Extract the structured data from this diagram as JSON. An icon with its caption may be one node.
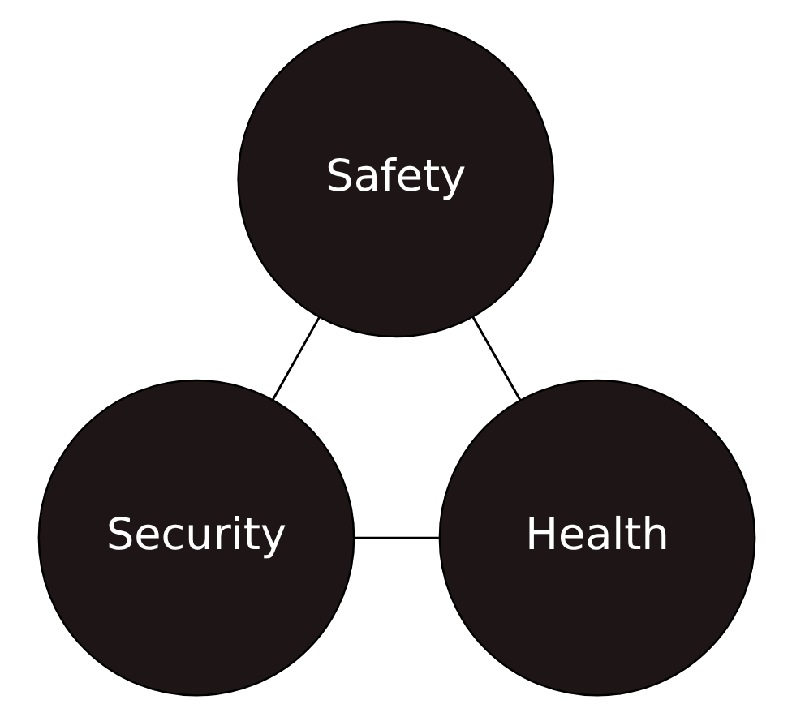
{
  "diagram": {
    "nodes": [
      {
        "text": [
          "Safety"
        ]
      },
      {
        "text": [
          "Security"
        ]
      },
      {
        "text": [
          "Health"
        ]
      }
    ],
    "edges": [
      {
        "from": 0,
        "to": 1,
        "arrow": "none"
      },
      {
        "from": 0,
        "to": 2,
        "arrow": "none"
      },
      {
        "from": 1,
        "to": 2,
        "arrow": "none"
      }
    ]
  }
}
